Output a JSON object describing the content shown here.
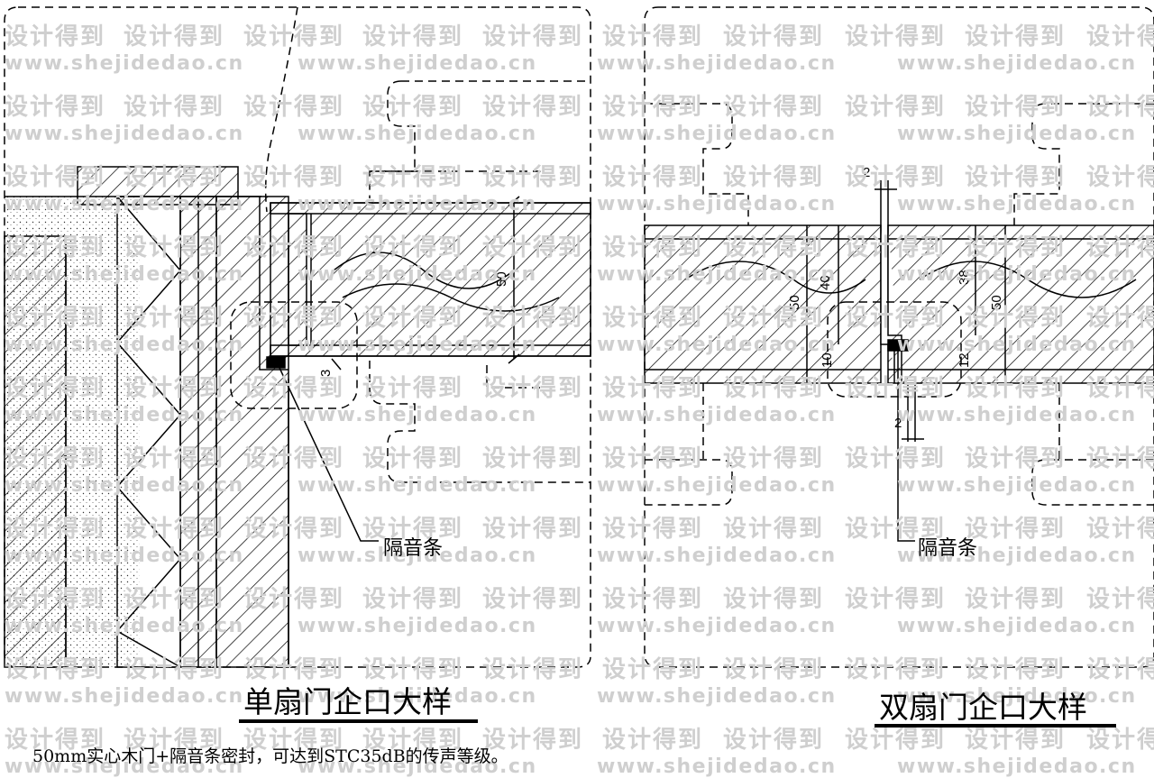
{
  "watermark": {
    "cn": "设计得到",
    "url": "www.shejidedao.cn"
  },
  "left_detail": {
    "title": "单扇门企口大样",
    "seal_label": "隔音条",
    "dimensions": {
      "door_thickness": "50",
      "gap": "3"
    }
  },
  "right_detail": {
    "title": "双扇门企口大样",
    "seal_label": "隔音条",
    "dimensions": {
      "top_gap": "2",
      "bottom_gap": "2",
      "left_leaf": "50",
      "left_tongue": "40",
      "left_offset": "10",
      "right_tongue": "38",
      "right_leaf": "50",
      "right_offset": "12"
    }
  },
  "caption": "50mm实心木门+隔音条密封，可达到STC35dB的传声等级。"
}
